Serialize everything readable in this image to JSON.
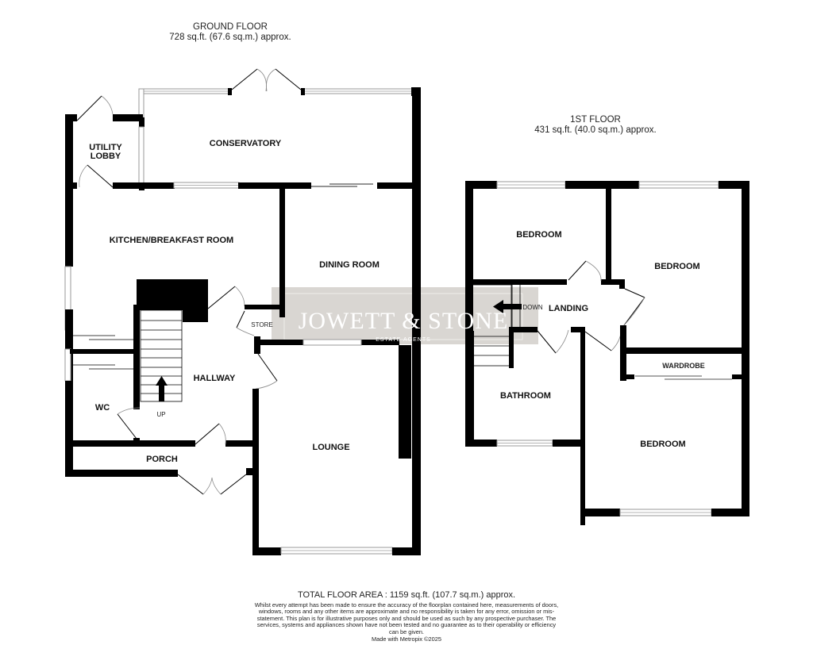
{
  "ground_floor": {
    "title": "GROUND FLOOR",
    "area": "728 sq.ft. (67.6 sq.m.) approx.",
    "rooms": {
      "conservatory": "CONSERVATORY",
      "utility_lobby_line1": "UTILITY",
      "utility_lobby_line2": "LOBBY",
      "kitchen": "KITCHEN/BREAKFAST ROOM",
      "dining_room": "DINING ROOM",
      "store": "STORE",
      "hallway": "HALLWAY",
      "wc": "WC",
      "stairs_up": "UP",
      "porch": "PORCH",
      "lounge": "LOUNGE"
    }
  },
  "first_floor": {
    "title": "1ST FLOOR",
    "area": "431 sq.ft. (40.0 sq.m.) approx.",
    "rooms": {
      "bedroom_1": "BEDROOM",
      "bedroom_2": "BEDROOM",
      "bedroom_3": "BEDROOM",
      "landing": "LANDING",
      "stairs_down": "DOWN",
      "bathroom": "BATHROOM",
      "wardrobe": "WARDROBE"
    }
  },
  "watermark": {
    "name": "JOWETT & STONE",
    "subtitle": "ESTATE AGENTS"
  },
  "footer": {
    "total_area": "TOTAL FLOOR AREA : 1159 sq.ft. (107.7 sq.m.) approx.",
    "disclaimer": "Whilst every attempt has been made to ensure the accuracy of the floorplan contained here, measurements of doors, windows, rooms and any other items are approximate and no responsibility is taken for any error, omission or mis-statement. This plan is for illustrative purposes only and should be used as such by any prospective purchaser. The services, systems and appliances shown have not been tested and no guarantee as to their operability or efficiency can be given.",
    "credit": "Made with Metropix ©2025"
  },
  "colors": {
    "wall": "#000000",
    "window": "#9a9a9a",
    "door_arc": "#8a8a8a",
    "watermark_bg": "#d9d6d2"
  }
}
